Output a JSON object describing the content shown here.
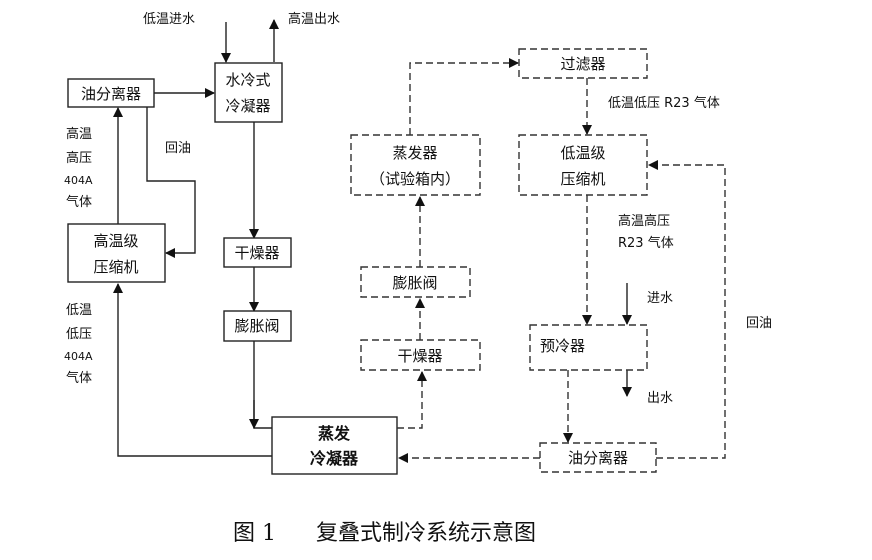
{
  "high_stage": {
    "low_temp_water_in": "低温进水",
    "high_temp_water_out": "高温出水",
    "oil_separator": "油分离器",
    "water_condenser": [
      "水冷式",
      "冷凝器"
    ],
    "oil_return": "回油",
    "discharge_gas_label": [
      "高温",
      "高压",
      "404A",
      "气体"
    ],
    "compressor": [
      "高温级",
      "压缩机"
    ],
    "dryer": "干燥器",
    "expansion_valve": "膨胀阀",
    "suction_gas_label": [
      "低温",
      "低压",
      "404A",
      "气体"
    ],
    "evap_condenser": [
      "蒸发",
      "冷凝器"
    ]
  },
  "low_stage": {
    "filter": "过滤器",
    "suction_gas_label": "低温低压 R23 气体",
    "evaporator": [
      "蒸发器",
      "（试验箱内）"
    ],
    "compressor": [
      "低温级",
      "压缩机"
    ],
    "discharge_gas_label": [
      "高温高压",
      "R23 气体"
    ],
    "expansion_valve": "膨胀阀",
    "dryer": "干燥器",
    "precooler": "预冷器",
    "water_in": "进水",
    "water_out": "出水",
    "oil_separator": "油分离器",
    "oil_return": "回油"
  },
  "caption": {
    "figure_number": "图 1",
    "title": "复叠式制冷系统示意图"
  }
}
